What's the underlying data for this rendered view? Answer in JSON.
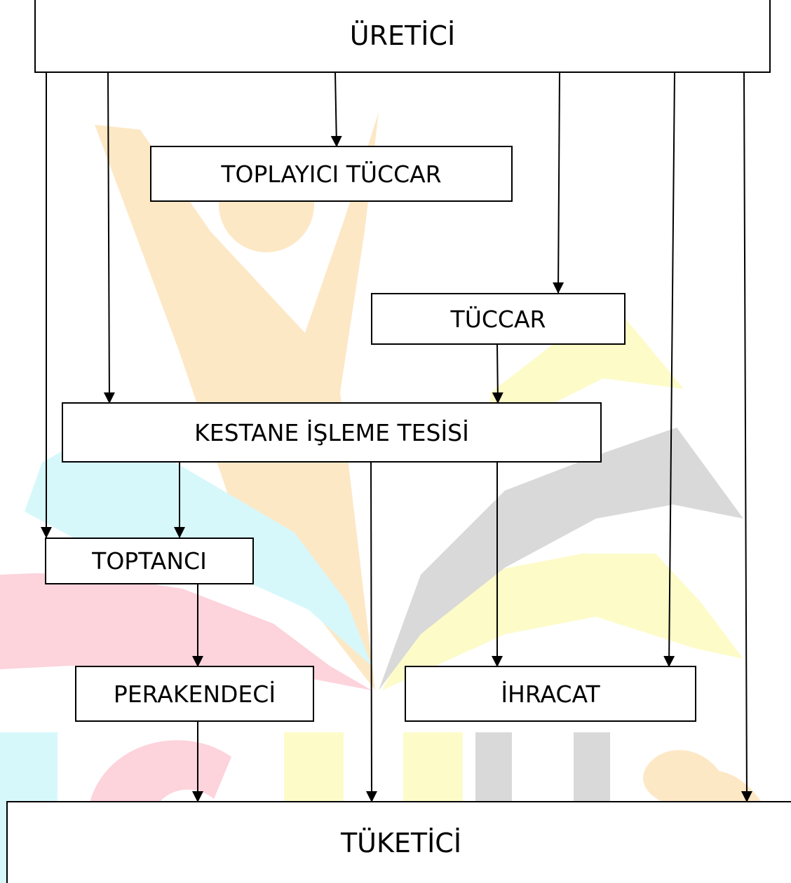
{
  "diagram": {
    "nodes": {
      "producer": "ÜRETİCİ",
      "collector_merchant": "TOPLAYICI TÜCCAR",
      "merchant": "TÜCCAR",
      "processing_facility": "KESTANE İŞLEME TESİSİ",
      "wholesaler": "TOPTANCI",
      "retailer": "PERAKENDECİ",
      "export": "İHRACAT",
      "consumer": "TÜKETİCİ"
    },
    "edges": [
      {
        "from": "producer",
        "to": "collector_merchant"
      },
      {
        "from": "producer",
        "to": "merchant"
      },
      {
        "from": "producer",
        "to": "processing_facility"
      },
      {
        "from": "producer",
        "to": "wholesaler"
      },
      {
        "from": "producer",
        "to": "export"
      },
      {
        "from": "producer",
        "to": "consumer"
      },
      {
        "from": "merchant",
        "to": "processing_facility"
      },
      {
        "from": "processing_facility",
        "to": "wholesaler"
      },
      {
        "from": "processing_facility",
        "to": "consumer"
      },
      {
        "from": "processing_facility",
        "to": "export"
      },
      {
        "from": "wholesaler",
        "to": "retailer"
      },
      {
        "from": "retailer",
        "to": "consumer"
      }
    ],
    "line_color": "#000000",
    "box_border_color": "#000000"
  },
  "watermark": {
    "colors": {
      "orange": "#fde8c6",
      "yellow": "#fdfbc8",
      "cyan": "#d6f8fb",
      "pink": "#fdd3dc",
      "gray": "#d9d9d9"
    }
  }
}
